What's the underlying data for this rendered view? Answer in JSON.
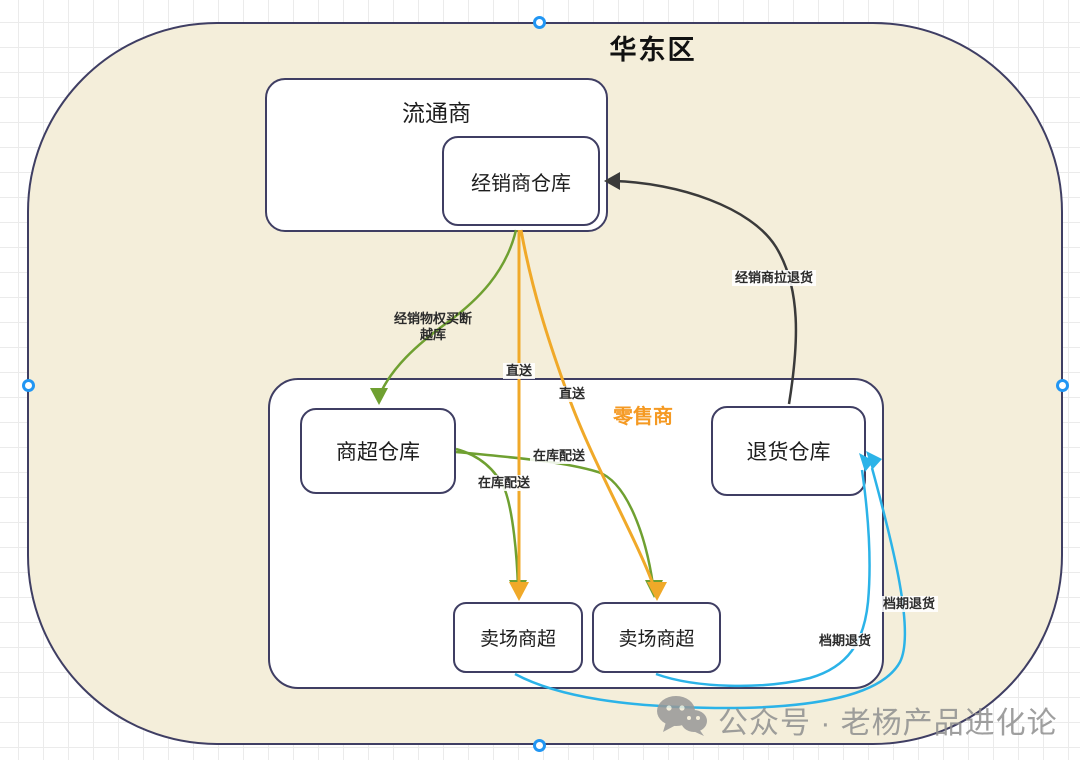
{
  "diagram": {
    "region": {
      "title": "华东区",
      "fill_color": "#f4eeda",
      "border_color": "#3f3e63"
    },
    "groups": {
      "distributor": {
        "label": "流通商"
      },
      "retailer": {
        "label": "零售商",
        "label_color": "#f59a23"
      }
    },
    "nodes": {
      "dealer_warehouse": {
        "label": "经销商仓库"
      },
      "supermarket_warehouse": {
        "label": "商超仓库"
      },
      "return_warehouse": {
        "label": "退货仓库"
      },
      "store_supermarket_1": {
        "label": "卖场商超"
      },
      "store_supermarket_2": {
        "label": "卖场商超"
      }
    },
    "edges": {
      "buyout_crossdock": {
        "label_line1": "经销物权买断",
        "label_line2": "越库",
        "color": "#6fa031",
        "from": "经销商仓库",
        "to": "商超仓库"
      },
      "direct_1": {
        "label": "直送",
        "color": "#f0a929",
        "from": "经销商仓库",
        "to": "卖场商超"
      },
      "direct_2": {
        "label": "直送",
        "color": "#f0a929",
        "from": "经销商仓库",
        "to": "卖场商超"
      },
      "instock_delivery_1": {
        "label": "在库配送",
        "color": "#6fa031",
        "from": "商超仓库",
        "to": "卖场商超"
      },
      "instock_delivery_2": {
        "label": "在库配送",
        "color": "#6fa031",
        "from": "商超仓库",
        "to": "卖场商超"
      },
      "dealer_pull_return": {
        "label": "经销商拉退货",
        "color": "#3a3a3a",
        "from": "退货仓库",
        "to": "经销商仓库"
      },
      "slot_return_1": {
        "label": "档期退货",
        "color": "#2bb3e8",
        "from": "卖场商超",
        "to": "退货仓库"
      },
      "slot_return_2": {
        "label": "档期退货",
        "color": "#2bb3e8",
        "from": "卖场商超",
        "to": "退货仓库"
      }
    },
    "selection_handles": {
      "color": "#2196f3",
      "count": 4
    }
  },
  "watermark": {
    "icon": "wechat-icon",
    "text": "公众号 · 老杨产品进化论"
  }
}
